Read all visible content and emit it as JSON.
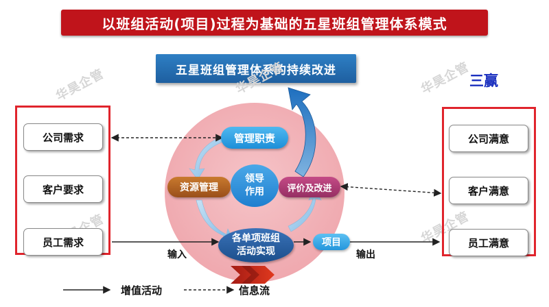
{
  "title": "以班组活动(项目)过程为基础的五星班组管理体系模式",
  "subtitle": "五星班组管理体系的持续改进",
  "three_wins": "三赢",
  "watermark": "华昊企管",
  "left_column": [
    "公司需求",
    "客户要求",
    "员工需求"
  ],
  "right_column": [
    "公司满意",
    "客户满意",
    "员工满意"
  ],
  "cycle": {
    "management": "管理职责",
    "resource": "资源管理",
    "leadership_line1": "领导",
    "leadership_line2": "作用",
    "evaluation": "评价及改进",
    "activity_line1": "各单项班组",
    "activity_line2": "活动实现",
    "project": "项目"
  },
  "flow": {
    "input": "输入",
    "output": "输出"
  },
  "legend": {
    "value_activity": "增值活动",
    "info_flow": "信息流"
  },
  "colors": {
    "title_red": "#c0141b",
    "frame_red": "#e0242c",
    "circle_pink": "#f0aab0",
    "blue": "#1e5fa0"
  }
}
